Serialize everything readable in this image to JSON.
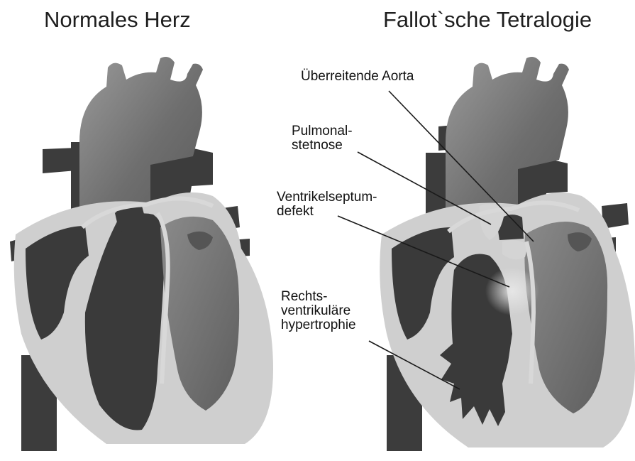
{
  "titles": {
    "normal": "Normales Herz",
    "fallot": "Fallot`sche Tetralogie"
  },
  "labels": {
    "aorta": "Überreitende Aorta",
    "pulmonal_1": "Pulmonal-",
    "pulmonal_2": "stetnose",
    "vsd_1": "Ventrikelseptum-",
    "vsd_2": "defekt",
    "rvh_1": "Rechts-",
    "rvh_2": "ventrikuläre",
    "rvh_3": "hypertrophie"
  },
  "colors": {
    "background": "#ffffff",
    "dark_vessels": "#3c3c3c",
    "aorta_mid": "#7a7a7a",
    "ventricle_dark": "#3a3a3a",
    "muscle_light": "#cfcfcf",
    "leader_lines": "#1a1a1a"
  }
}
